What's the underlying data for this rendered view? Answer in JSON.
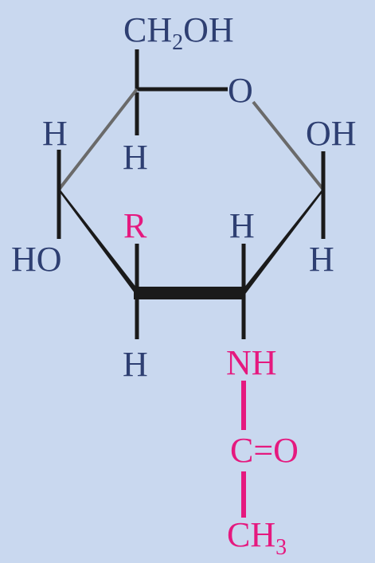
{
  "colors": {
    "background": "#c9d8ef",
    "bond": "#1a1a1a",
    "ring_bond_light": "#6a6a6a",
    "atom_text": "#2e3f72",
    "highlight": "#e5197f"
  },
  "labels": {
    "ch2oh": {
      "main": "CH",
      "sub": "2",
      "rest": "OH"
    },
    "ring_o": "O",
    "oh_c1": "OH",
    "h_c1": "H",
    "h_c5": "H",
    "h_c4_top": "H",
    "ho_c4": "HO",
    "r_c3": "R",
    "h_c3_bottom": "H",
    "h_c2_top": "H",
    "nh": "NH",
    "carbonyl": "C=O",
    "ch3": {
      "main": "CH",
      "sub": "3"
    }
  }
}
